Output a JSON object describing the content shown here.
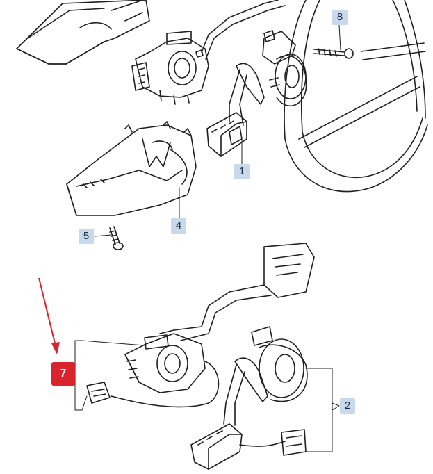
{
  "callouts": {
    "c1": "1",
    "c2": "2",
    "c4": "4",
    "c5": "5",
    "c7": "7",
    "c8": "8"
  },
  "colors": {
    "callout_bg": "#c9d9ec",
    "highlight": "#d9232d",
    "line": "#1f1f1f"
  }
}
